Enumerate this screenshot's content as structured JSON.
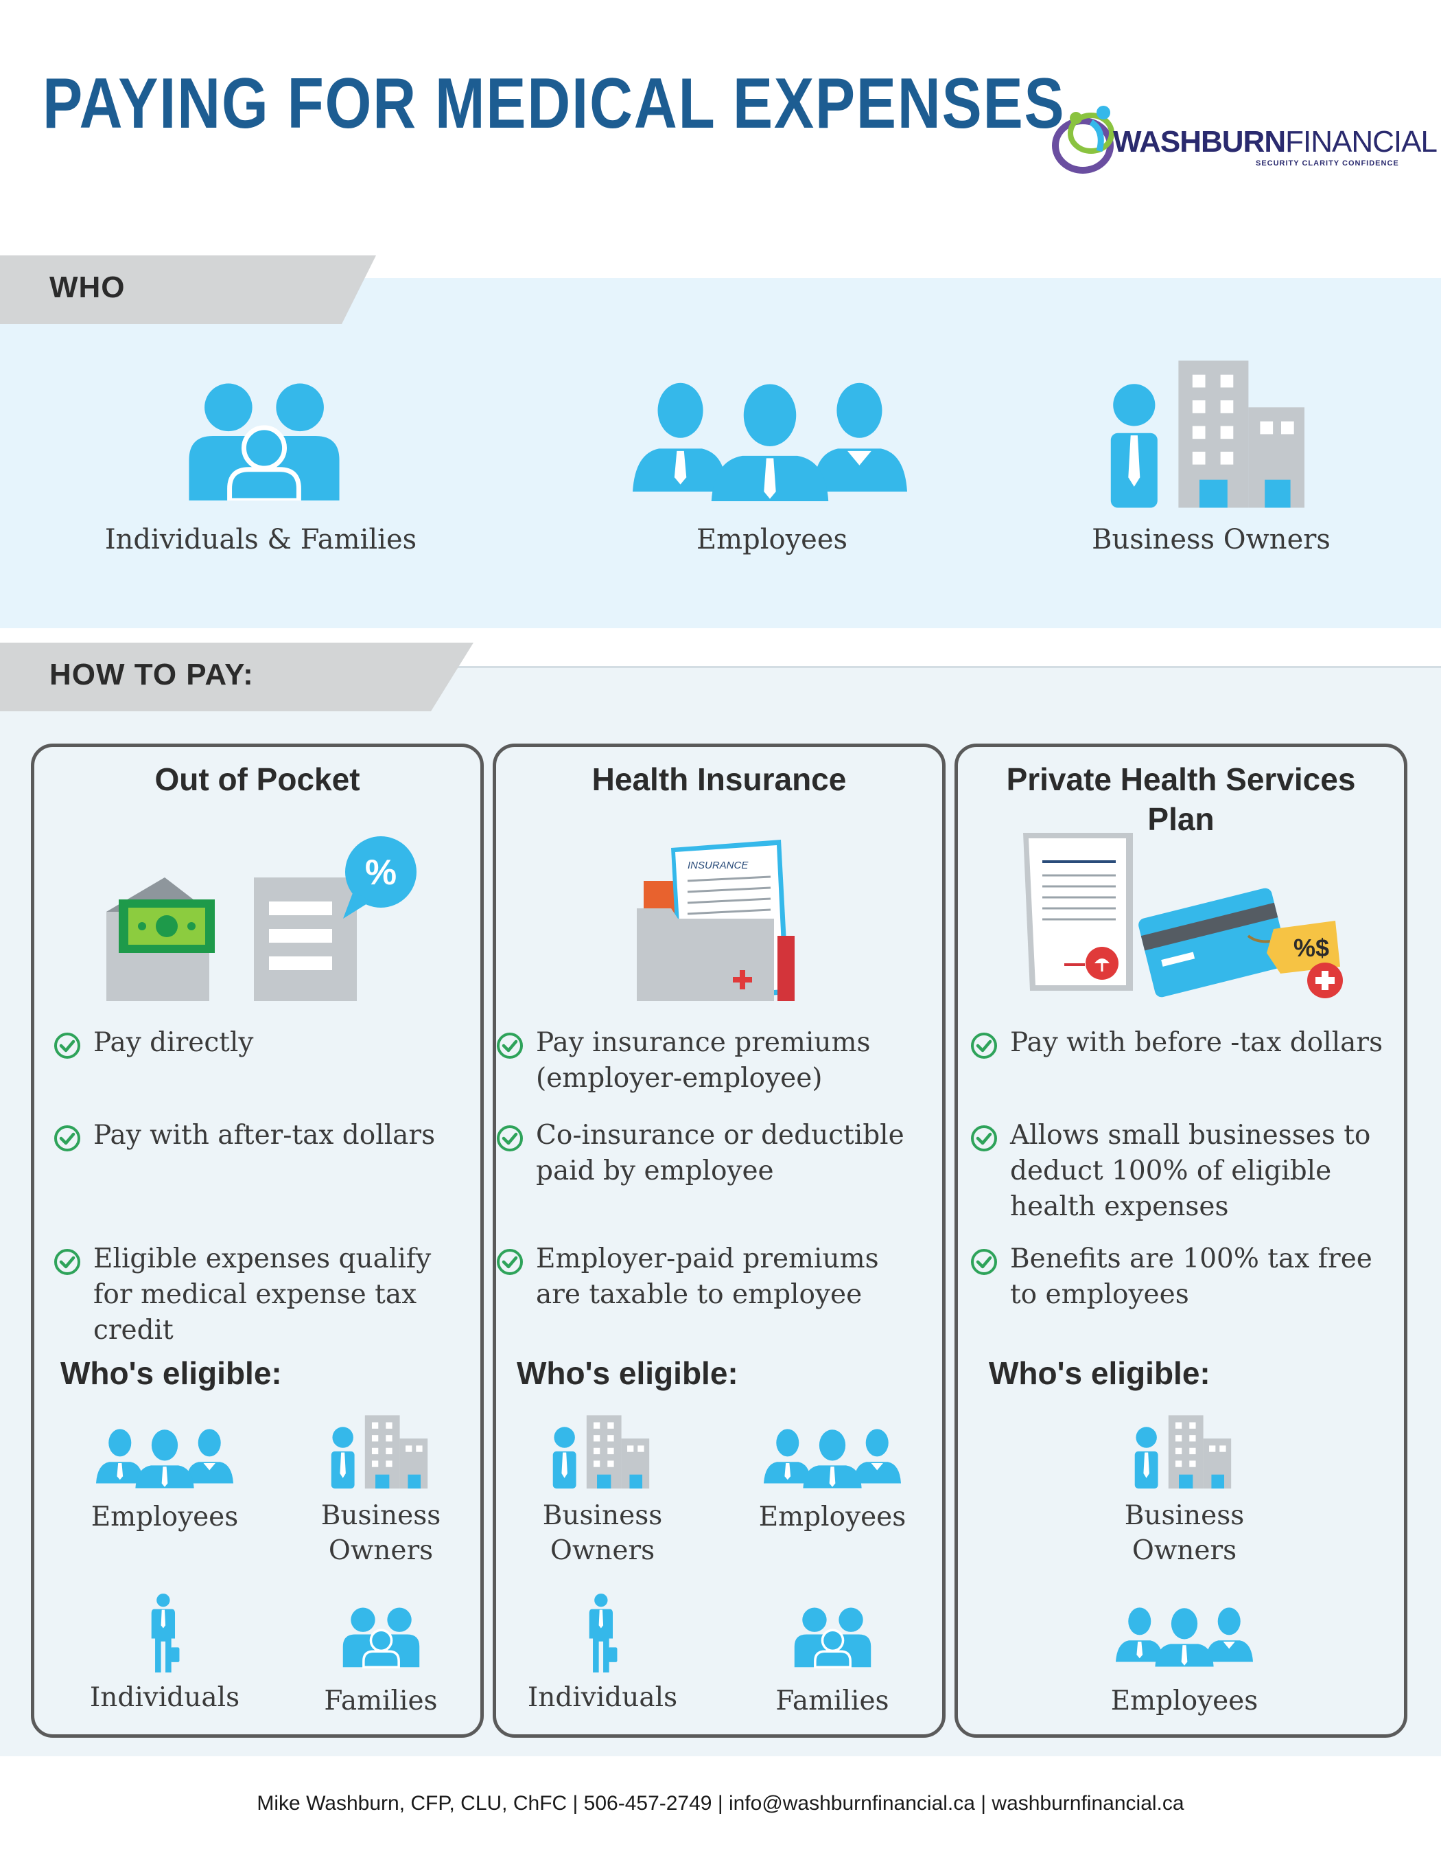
{
  "title": "PAYING FOR MEDICAL EXPENSES",
  "logo": {
    "name_bold": "WASHBURN",
    "name_light": "FINANCIAL",
    "tagline": "SECURITY CLARITY CONFIDENCE"
  },
  "who": {
    "heading": "WHO",
    "groups": [
      {
        "label": "Individuals & Families",
        "icon": "family-icon"
      },
      {
        "label": "Employees",
        "icon": "employees-icon"
      },
      {
        "label": "Business Owners",
        "icon": "business-owner-icon"
      }
    ]
  },
  "how": {
    "heading": "HOW TO PAY:",
    "eligible_heading": "Who's eligible:",
    "options": [
      {
        "title": "Out of Pocket",
        "illustration": "cash-envelope-receipt-icon",
        "bullets": [
          "Pay directly",
          "Pay with after-tax dollars",
          "Eligible expenses qualify for medical expense tax credit"
        ],
        "eligible": [
          "Employees",
          "Business Owners",
          "Individuals",
          "Families"
        ]
      },
      {
        "title": "Health Insurance",
        "illustration": "insurance-document-folder-icon",
        "insurance_doc_label": "INSURANCE",
        "bullets": [
          "Pay insurance premiums (employer-employee)",
          "Co-insurance or deductible paid by employee",
          "Employer-paid premiums are taxable to employee"
        ],
        "eligible": [
          "Business Owners",
          "Employees",
          "Individuals",
          "Families"
        ]
      },
      {
        "title": "Private Health Services Plan",
        "illustration": "document-credit-card-icon",
        "price_tag": "%$",
        "bullets": [
          "Pay with before -tax dollars",
          "Allows small businesses to deduct 100% of eligible health expenses",
          "Benefits are 100% tax free to employees"
        ],
        "eligible": [
          "Business Owners",
          "Employees"
        ]
      }
    ]
  },
  "footer": "Mike Washburn, CFP, CLU, ChFC | 506-457-2749 | info@washburnfinancial.ca | washburnfinancial.ca",
  "colors": {
    "title": "#1d5d92",
    "icon_blue": "#35b8ea",
    "icon_gray": "#c3c8cc",
    "band_light": "#e6f4fc",
    "check_green": "#2ea35a"
  }
}
